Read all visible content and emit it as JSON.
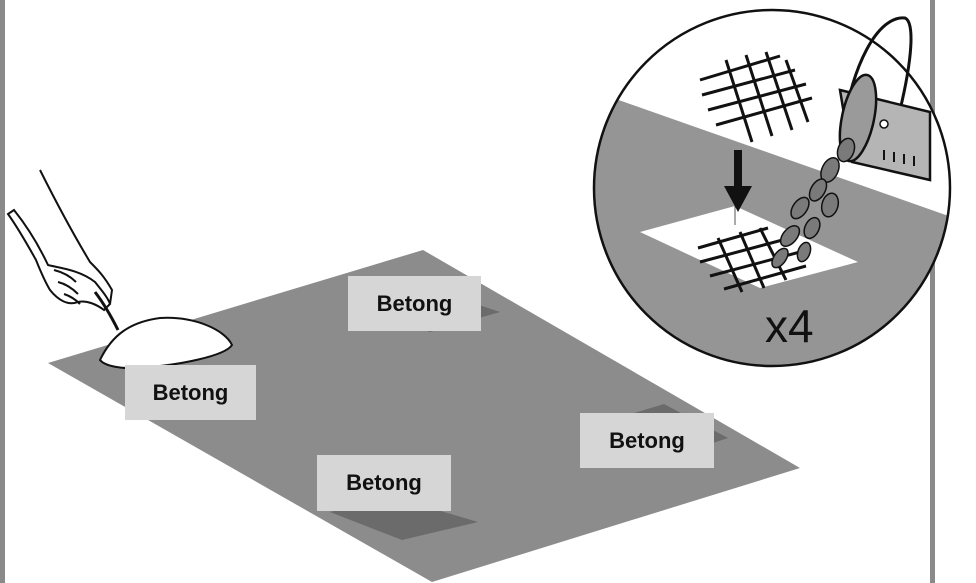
{
  "labels": {
    "betong_1": "Betong",
    "betong_2": "Betong",
    "betong_3": "Betong",
    "betong_4": "Betong"
  },
  "inset": {
    "multiplier": "x4"
  },
  "colors": {
    "slab": "#8c8c8c",
    "pad": "#6b6b6b",
    "label_bg": "#d6d6d6",
    "inset_ground": "#959595",
    "outline": "#111111"
  },
  "icons": [
    "trowel-icon",
    "hand-icon",
    "bucket-icon",
    "rebar-mesh-icon",
    "down-arrow-icon"
  ]
}
